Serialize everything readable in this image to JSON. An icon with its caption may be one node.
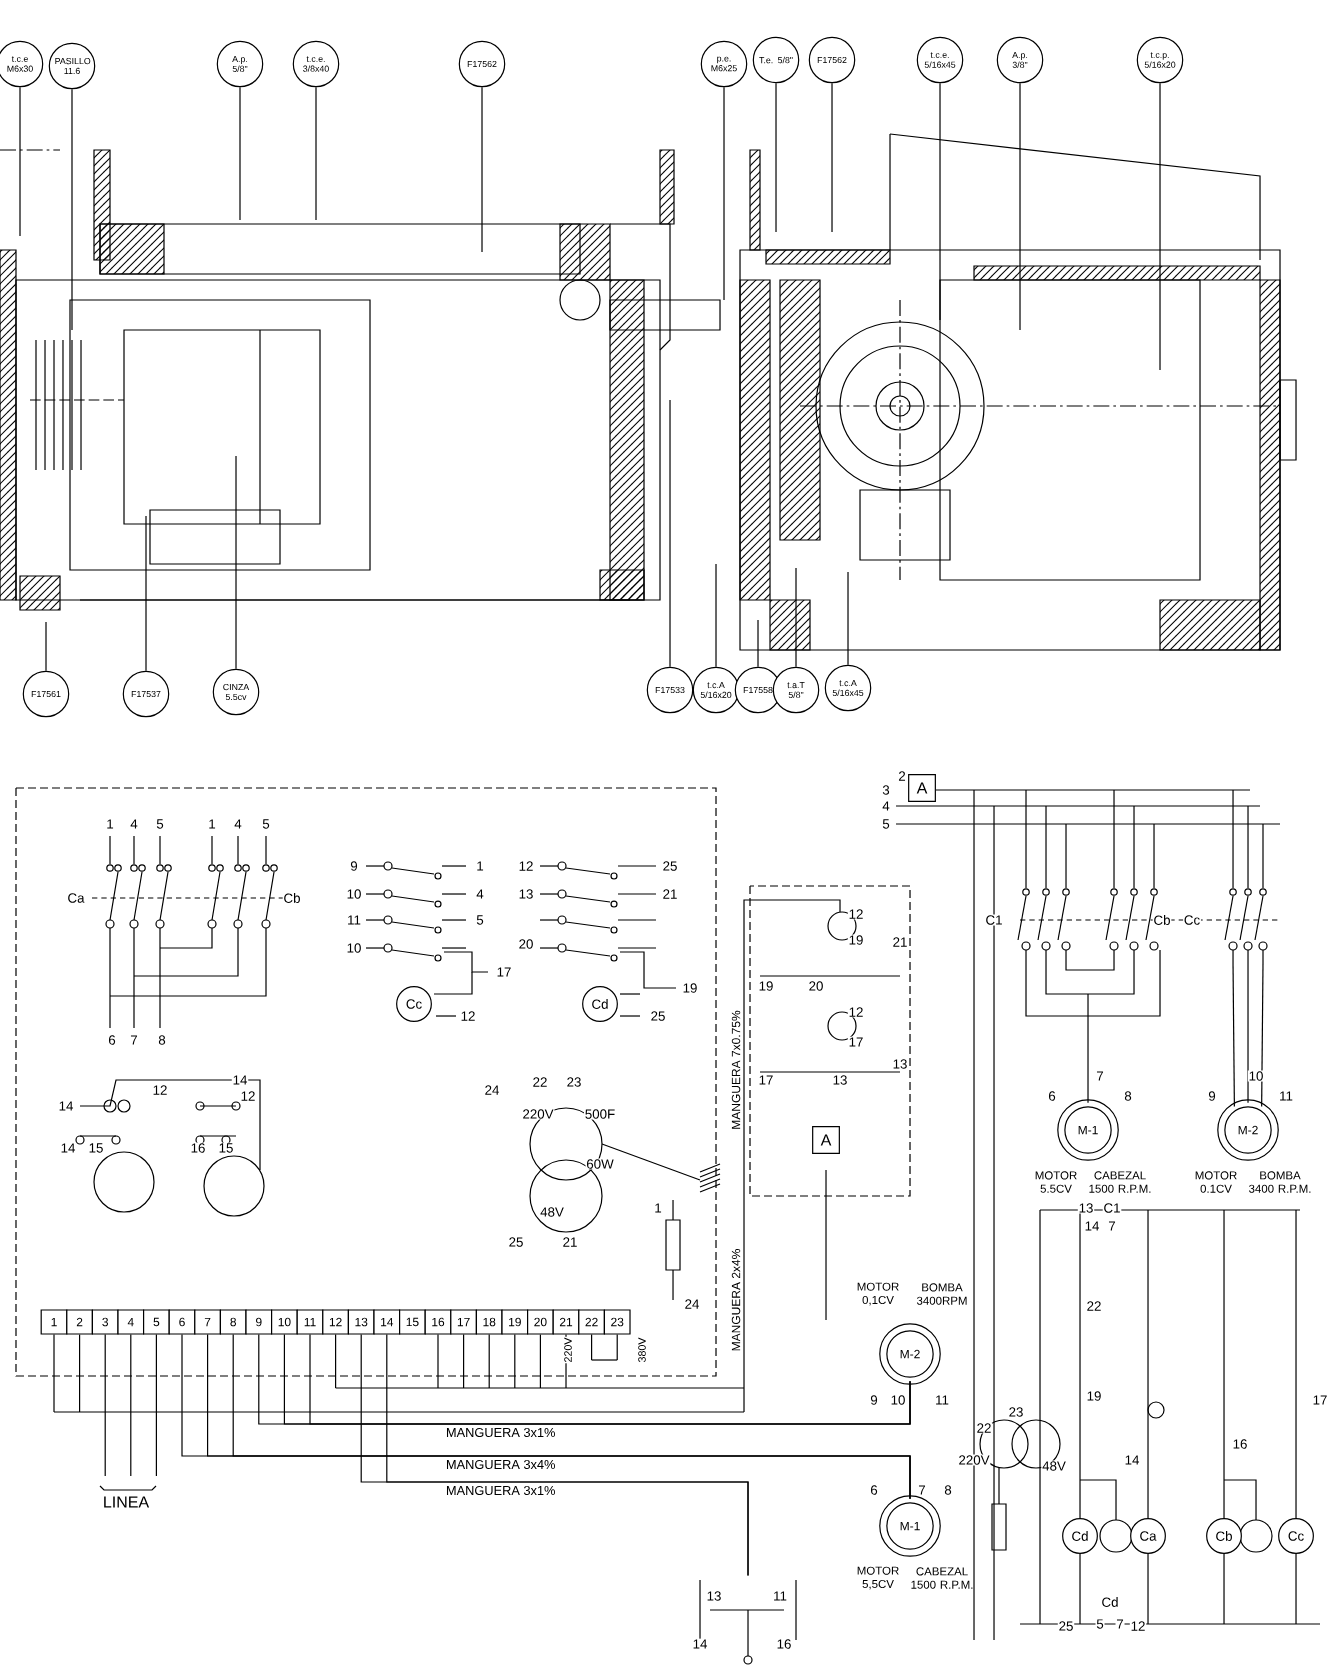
{
  "diagram": {
    "nodes": [
      {
        "text": [
          "t.c.e M6x30"
        ]
      },
      {
        "text": [
          "PASILLO 11.6"
        ]
      },
      {
        "text": [
          "A.p. 5/8\""
        ]
      },
      {
        "text": [
          "t.c.e. 3/8x40"
        ]
      },
      {
        "text": [
          "F17562"
        ]
      },
      {
        "text": [
          "p.e. M6x25"
        ]
      },
      {
        "text": [
          "T.e. 5/8\""
        ]
      },
      {
        "text": [
          "F17562"
        ]
      },
      {
        "text": [
          "t.c.e. 5/16x45"
        ]
      },
      {
        "text": [
          "A.p. 3/8\""
        ]
      },
      {
        "text": [
          "t.c.p. 5/16x20"
        ]
      },
      {
        "text": [
          "F17561"
        ]
      },
      {
        "text": [
          "F17537"
        ]
      },
      {
        "text": [
          "CINZA 5.5cv"
        ]
      },
      {
        "text": [
          "F17533"
        ]
      },
      {
        "text": [
          "t.c.A 5/16x20"
        ]
      },
      {
        "text": [
          "F17558"
        ]
      },
      {
        "text": [
          "t.a.T 5/8\""
        ]
      },
      {
        "text": [
          "t.c.A 5/16x45"
        ]
      },
      {
        "text": [
          "1"
        ]
      },
      {
        "text": [
          "2"
        ]
      },
      {
        "text": [
          "3"
        ]
      },
      {
        "text": [
          "4"
        ]
      },
      {
        "text": [
          "5"
        ]
      },
      {
        "text": [
          "6"
        ]
      },
      {
        "text": [
          "7"
        ]
      },
      {
        "text": [
          "8"
        ]
      },
      {
        "text": [
          "9"
        ]
      },
      {
        "text": [
          "10"
        ]
      },
      {
        "text": [
          "11"
        ]
      },
      {
        "text": [
          "12"
        ]
      },
      {
        "text": [
          "13"
        ]
      },
      {
        "text": [
          "14"
        ]
      },
      {
        "text": [
          "15"
        ]
      },
      {
        "text": [
          "16"
        ]
      },
      {
        "text": [
          "17"
        ]
      },
      {
        "text": [
          "18"
        ]
      },
      {
        "text": [
          "19"
        ]
      },
      {
        "text": [
          "20"
        ]
      },
      {
        "text": [
          "21"
        ]
      },
      {
        "text": [
          "22"
        ]
      },
      {
        "text": [
          "23"
        ]
      },
      {
        "text": [
          "M-1"
        ],
        "beside": [
          "MOTOR 5.5CV",
          "CABEZAL 1500 R.P.M."
        ]
      },
      {
        "text": [
          "M-2"
        ],
        "beside": [
          "MOTOR 0.1CV",
          "BOMBA 3400 R.P.M."
        ]
      },
      {
        "text": [
          "M-2"
        ],
        "beside": [
          "MOTOR 0,1CV",
          "BOMBA 3400RPM"
        ]
      },
      {
        "text": [
          "M-1"
        ],
        "beside": [
          "MOTOR 5,5CV",
          "CABEZAL 1500 R.P.M."
        ]
      },
      {
        "text": [
          "Cc"
        ]
      },
      {
        "text": [
          "Cd"
        ]
      },
      {
        "text": [
          "Cd"
        ]
      },
      {
        "text": [
          "Ca"
        ]
      },
      {
        "text": [
          "Cb"
        ]
      },
      {
        "text": [
          "Cc"
        ]
      },
      {
        "text": [
          "A"
        ],
        "beside": [
          "2"
        ]
      },
      {
        "text": [
          "A"
        ]
      },
      {
        "text": [],
        "shape": "picture"
      },
      {
        "text": [],
        "shape": "picture"
      }
    ],
    "edges": [
      {
        "from": 0,
        "to": 54,
        "arrow": "none"
      },
      {
        "from": 1,
        "to": 54,
        "arrow": "none"
      },
      {
        "from": 2,
        "to": 54,
        "arrow": "none"
      },
      {
        "from": 3,
        "to": 54,
        "arrow": "none"
      },
      {
        "from": 4,
        "to": 54,
        "arrow": "none"
      },
      {
        "from": 5,
        "to": 54,
        "arrow": "none"
      },
      {
        "from": 6,
        "to": 54,
        "arrow": "none"
      },
      {
        "from": 7,
        "to": 54,
        "arrow": "none"
      },
      {
        "from": 8,
        "to": 54,
        "arrow": "none"
      },
      {
        "from": 9,
        "to": 54,
        "arrow": "none"
      },
      {
        "from": 10,
        "to": 54,
        "arrow": "none"
      },
      {
        "from": 11,
        "to": 54,
        "arrow": "none"
      },
      {
        "from": 12,
        "to": 54,
        "arrow": "none"
      },
      {
        "from": 13,
        "to": 54,
        "arrow": "none"
      },
      {
        "from": 14,
        "to": 54,
        "arrow": "none"
      },
      {
        "from": 15,
        "to": 54,
        "arrow": "none"
      },
      {
        "from": 16,
        "to": 54,
        "arrow": "none"
      },
      {
        "from": 17,
        "to": 54,
        "arrow": "none"
      },
      {
        "from": 18,
        "to": 54,
        "arrow": "none"
      },
      {
        "from": 19,
        "to": null,
        "arrow": "none"
      },
      {
        "from": 20,
        "to": null,
        "arrow": "none"
      },
      {
        "from": 21,
        "to": null,
        "arrow": "none"
      },
      {
        "from": 22,
        "to": null,
        "arrow": "none"
      },
      {
        "from": 23,
        "to": null,
        "arrow": "none"
      },
      {
        "from": 24,
        "to": 45,
        "arrow": "none"
      },
      {
        "from": 25,
        "to": 45,
        "arrow": "none"
      },
      {
        "from": 26,
        "to": 45,
        "arrow": "none"
      },
      {
        "from": 27,
        "to": 44,
        "arrow": "none"
      },
      {
        "from": 28,
        "to": 44,
        "arrow": "none"
      },
      {
        "from": 29,
        "to": 44,
        "arrow": "none"
      },
      {
        "from": 30,
        "to": null,
        "arrow": "none"
      },
      {
        "from": 31,
        "to": 55,
        "arrow": "none"
      },
      {
        "from": 32,
        "to": 55,
        "arrow": "none"
      },
      {
        "from": 34,
        "to": null,
        "arrow": "none"
      },
      {
        "from": 35,
        "to": null,
        "arrow": "none"
      },
      {
        "from": 36,
        "to": null,
        "arrow": "none"
      },
      {
        "from": 37,
        "to": null,
        "arrow": "none"
      },
      {
        "from": 38,
        "to": null,
        "arrow": "none"
      },
      {
        "from": 39,
        "to": null,
        "arrow": "none"
      },
      {
        "from": 40,
        "to": null,
        "arrow": "none"
      },
      {
        "from": 41,
        "to": null,
        "arrow": "none"
      },
      {
        "from": null,
        "to": 42,
        "arrow": "none"
      },
      {
        "from": null,
        "to": 43,
        "arrow": "none"
      },
      {
        "from": null,
        "to": 43,
        "arrow": "none"
      },
      {
        "from": null,
        "to": 43,
        "arrow": "none"
      }
    ],
    "labels": [
      "1",
      "4",
      "5",
      "1",
      "4",
      "5",
      "Ca",
      "Cb",
      "6",
      "7",
      "8",
      "9",
      "1",
      "10",
      "4",
      "11",
      "5",
      "10",
      "17",
      "12",
      "12",
      "25",
      "13",
      "21",
      "20",
      "19",
      "25",
      "14",
      "12",
      "14",
      "14",
      "15",
      "16",
      "15",
      "12",
      "24",
      "22",
      "23",
      "220V",
      "500F",
      "60W",
      "48V",
      "25",
      "21",
      "1",
      "24",
      "220V",
      "380V",
      "12",
      "19",
      "19",
      "20",
      "21",
      "12",
      "17",
      "17",
      "13",
      "13",
      "MANGUERA 7x0.75%",
      "MANGUERA 2x4%",
      "3",
      "4",
      "5",
      "C1",
      "Cb",
      "Cc",
      "6",
      "7",
      "8",
      "9",
      "10",
      "11",
      "MANGUERA 3x1%",
      "MANGUERA 3x4%",
      "MANGUERA 3x1%",
      "LINEA",
      "13",
      "11",
      "14",
      "16",
      "9",
      "10",
      "11",
      "6",
      "7",
      "8",
      "22",
      "23",
      "220V",
      "48V",
      "13",
      "C1",
      "14",
      "7",
      "25",
      "Cd",
      "5",
      "7",
      "12",
      "22",
      "19",
      "14",
      "16",
      "17"
    ]
  }
}
